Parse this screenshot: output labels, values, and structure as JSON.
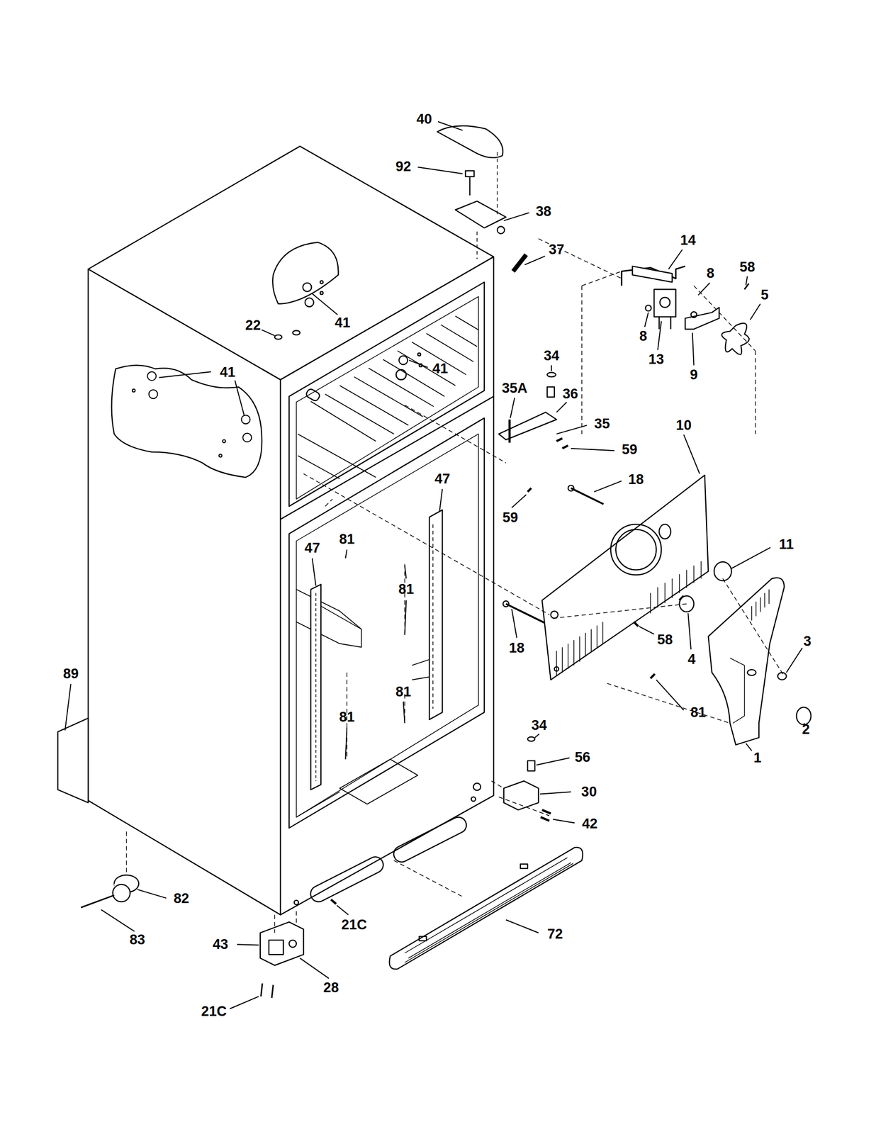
{
  "diagram": {
    "labels": [
      "40",
      "92",
      "38",
      "37",
      "14",
      "8",
      "58",
      "5",
      "41",
      "22",
      "8",
      "13",
      "9",
      "41",
      "41",
      "34",
      "35A",
      "36",
      "35",
      "10",
      "59",
      "18",
      "47",
      "59",
      "11",
      "47",
      "81",
      "81",
      "18",
      "58",
      "3",
      "4",
      "89",
      "81",
      "81",
      "81",
      "2",
      "34",
      "1",
      "56",
      "30",
      "42",
      "82",
      "72",
      "21C",
      "83",
      "43",
      "28",
      "21C"
    ]
  }
}
